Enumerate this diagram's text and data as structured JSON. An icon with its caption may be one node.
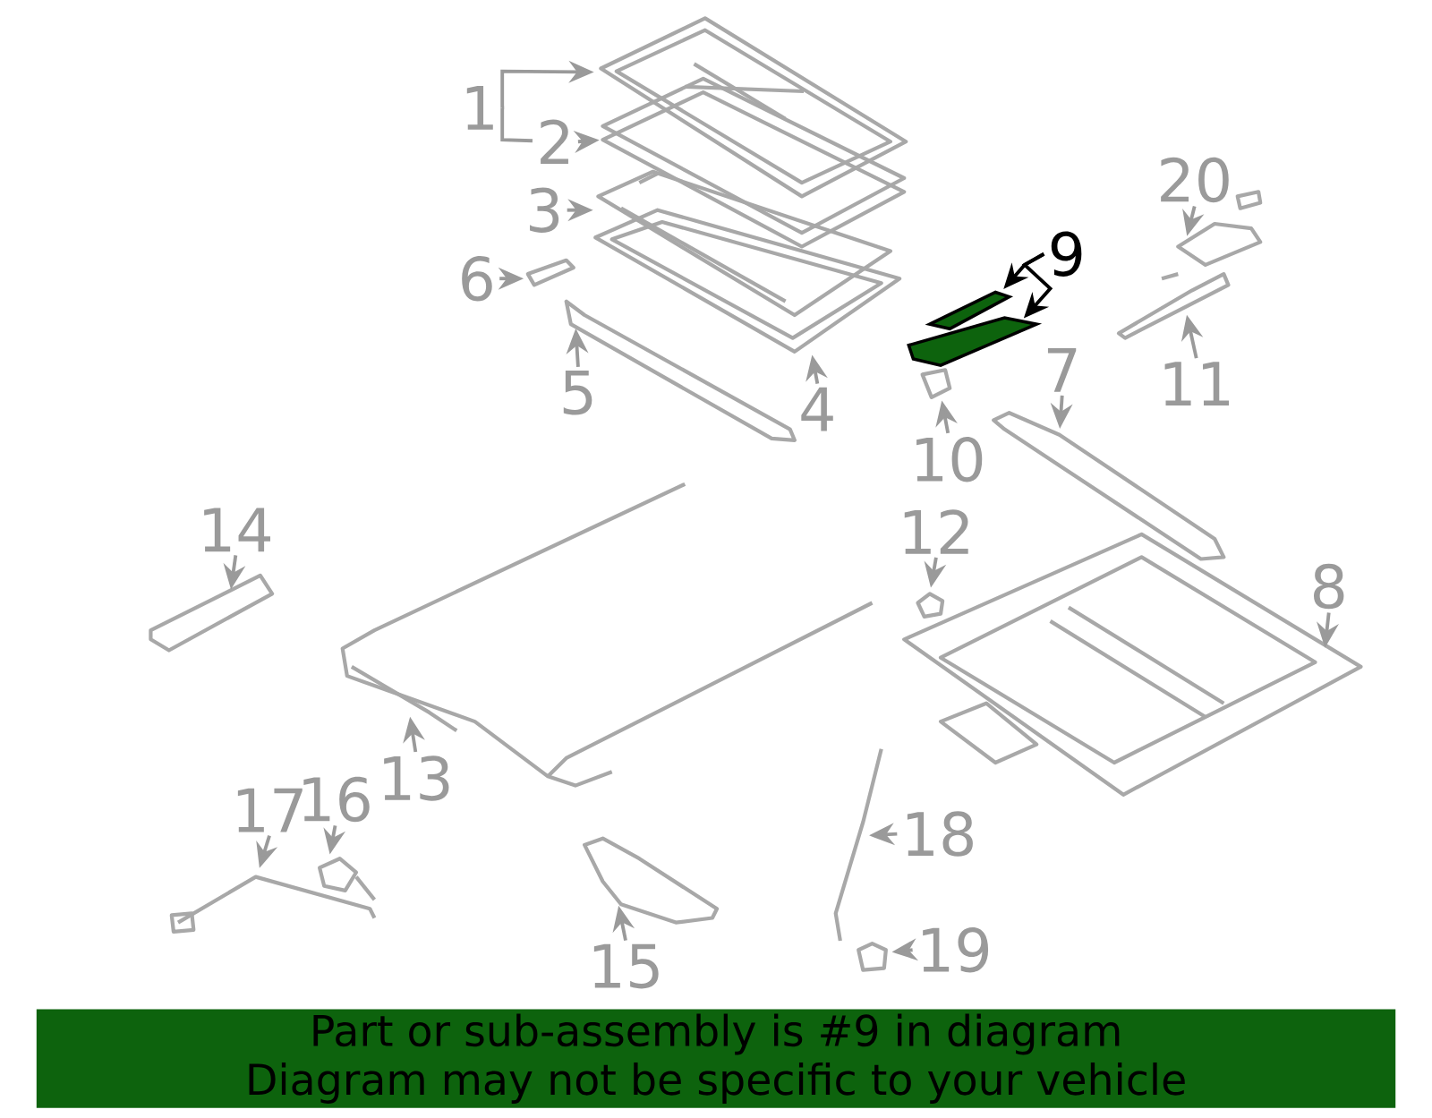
{
  "diagram": {
    "nodes": [
      {
        "text": [
          "1"
        ]
      },
      {
        "text": [
          "2"
        ]
      },
      {
        "text": [
          "3"
        ]
      },
      {
        "text": [
          "4"
        ]
      },
      {
        "text": [
          "5"
        ]
      },
      {
        "text": [
          "6"
        ]
      },
      {
        "text": [
          "7"
        ]
      },
      {
        "text": [
          "8"
        ]
      },
      {
        "text": [
          "9"
        ]
      },
      {
        "text": [
          "10"
        ]
      },
      {
        "text": [
          "11"
        ]
      },
      {
        "text": [
          "12"
        ]
      },
      {
        "text": [
          "13"
        ]
      },
      {
        "text": [
          "14"
        ]
      },
      {
        "text": [
          "15"
        ]
      },
      {
        "text": [
          "16"
        ]
      },
      {
        "text": [
          "17"
        ]
      },
      {
        "text": [
          "18"
        ]
      },
      {
        "text": [
          "19"
        ]
      },
      {
        "text": [
          "20"
        ]
      },
      {
        "text": [],
        "shape": "picture"
      },
      {
        "text": [],
        "shape": "picture"
      },
      {
        "text": [],
        "shape": "picture"
      },
      {
        "text": [],
        "shape": "picture"
      },
      {
        "text": [],
        "shape": "picture"
      },
      {
        "text": [],
        "shape": "picture"
      },
      {
        "text": [],
        "shape": "picture"
      },
      {
        "text": [],
        "shape": "picture"
      },
      {
        "text": [],
        "shape": "picture"
      },
      {
        "text": [],
        "shape": "picture"
      },
      {
        "text": [],
        "shape": "picture"
      },
      {
        "text": [],
        "shape": "picture"
      },
      {
        "text": [],
        "shape": "picture"
      },
      {
        "text": [],
        "shape": "picture"
      },
      {
        "text": [],
        "shape": "picture"
      },
      {
        "text": [],
        "shape": "picture"
      },
      {
        "text": [],
        "shape": "picture"
      },
      {
        "text": [],
        "shape": "picture"
      },
      {
        "text": [],
        "shape": "picture"
      },
      {
        "text": [],
        "shape": "picture"
      },
      {
        "text": [],
        "shape": "picture"
      }
    ],
    "edges": [
      {
        "from": 0,
        "to": 20,
        "arrow": "to"
      },
      {
        "from": 0,
        "to": 1,
        "arrow": "none"
      },
      {
        "from": 1,
        "to": 21,
        "arrow": "to"
      },
      {
        "from": 2,
        "to": 22,
        "arrow": "to"
      },
      {
        "from": 3,
        "to": 23,
        "arrow": "to"
      },
      {
        "from": 4,
        "to": 24,
        "arrow": "to"
      },
      {
        "from": 5,
        "to": 25,
        "arrow": "to"
      },
      {
        "from": 6,
        "to": 26,
        "arrow": "to"
      },
      {
        "from": 7,
        "to": 27,
        "arrow": "to"
      },
      {
        "from": 8,
        "to": 28,
        "arrow": "to",
        "color": "#000000"
      },
      {
        "from": 8,
        "to": 29,
        "arrow": "to",
        "color": "#000000"
      },
      {
        "from": 9,
        "to": 30,
        "arrow": "to"
      },
      {
        "from": 10,
        "to": 31,
        "arrow": "to"
      },
      {
        "from": 11,
        "to": 32,
        "arrow": "to"
      },
      {
        "from": 12,
        "to": 33,
        "arrow": "to"
      },
      {
        "from": 13,
        "to": 34,
        "arrow": "to"
      },
      {
        "from": 14,
        "to": 35,
        "arrow": "to"
      },
      {
        "from": 15,
        "to": 36,
        "arrow": "to"
      },
      {
        "from": 16,
        "to": 37,
        "arrow": "to"
      },
      {
        "from": 17,
        "to": 38,
        "arrow": "to"
      },
      {
        "from": 18,
        "to": 39,
        "arrow": "to"
      },
      {
        "from": 19,
        "to": 40,
        "arrow": "to"
      }
    ],
    "labels": [
      "Part or sub-assembly is #9 in diagram",
      "Diagram may not be specific to your vehicle"
    ]
  }
}
